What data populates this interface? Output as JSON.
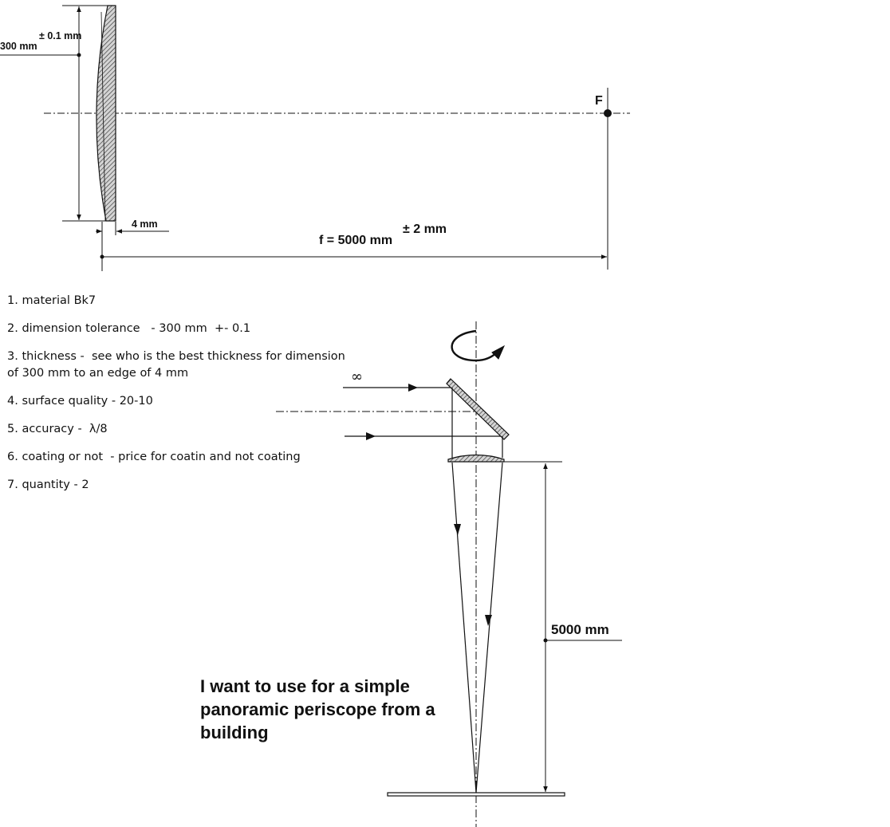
{
  "lens_drawing": {
    "diameter_value": "300 mm",
    "diameter_tolerance": "± 0.1 mm",
    "edge_thickness": "4 mm",
    "focal_point_label": "F",
    "focal_length": "f = 5000 mm",
    "focal_tolerance": "± 2 mm"
  },
  "specs": [
    "1. material Bk7",
    "2. dimension tolerance   - 300 mm  +- 0.1",
    "3. thickness -  see who is the best thickness for dimension\nof 300 mm to an edge of 4 mm",
    "4. surface quality - 20-10",
    "5. accuracy -  λ/8",
    "6. coating or not  - price for coatin and not coating",
    "7. quantity - 2"
  ],
  "periscope": {
    "infinity_symbol": "∞",
    "distance_label": "5000 mm",
    "description": "I want to use for a simple panoramic periscope from a building"
  }
}
